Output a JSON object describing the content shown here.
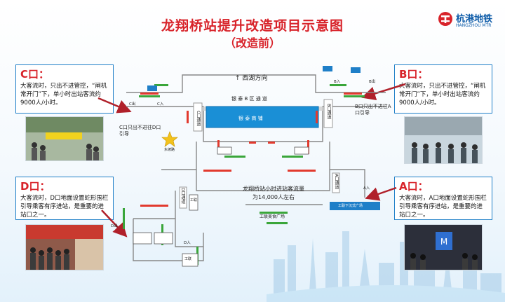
{
  "header": {
    "title": "龙翔桥站提升改造项目示意图",
    "subtitle": "（改造前）",
    "logo_cn": "杭港地铁",
    "logo_en": "HANGZHOU MTR"
  },
  "callouts": {
    "c": {
      "label": "C口：",
      "text": "大客流时，只出不进管控，“闸机常开门”下，单小时出站客流约9000人/小时。"
    },
    "b": {
      "label": "B口：",
      "text": "大客流时，只出不进管控，“闸机常开门”下，单小时出站客流约9000人/小时。"
    },
    "d": {
      "label": "D口：",
      "text": "大客流时，D口地面设置蛇形围栏引导乘客有序进站，是重要的进站口之一。"
    },
    "a": {
      "label": "A口：",
      "text": "大客流时，A口地面设置蛇形围栏引导乘客有序进站，是重要的进站口之一。"
    }
  },
  "map": {
    "direction": "↑ 西湖方向",
    "corridor_label": "银 泰 B 区 通 道",
    "mall_label": "银 泰 商 铺",
    "c_note": "C口只出不进往D口引导",
    "b_note": "B口只出不进往A口引导",
    "passage_left": "C口通道",
    "passage_right": "B口通道",
    "passage_d": "D口通道",
    "passage_a": "A口通道",
    "flow_line1": "龙翔桥站小时进站客流量",
    "flow_line2": "为14,000人左右",
    "plaza": "工联美食广场",
    "plaza_box": "工联下沉式广场",
    "exit_c": "C出",
    "exit_c2": "C入",
    "exit_b": "B入",
    "exit_b2": "B出",
    "exit_d": "D出",
    "exit_d2": "D入",
    "exit_a": "A入",
    "star_label": "东坡路",
    "ops_left": "工联",
    "ops_right": "工联"
  },
  "colors": {
    "title_red": "#d8232a",
    "card_border": "#1f7fc8",
    "mall_blue": "#1a8fd6",
    "gate_green": "#3aa63a",
    "barrier_red": "#e23a2e"
  }
}
